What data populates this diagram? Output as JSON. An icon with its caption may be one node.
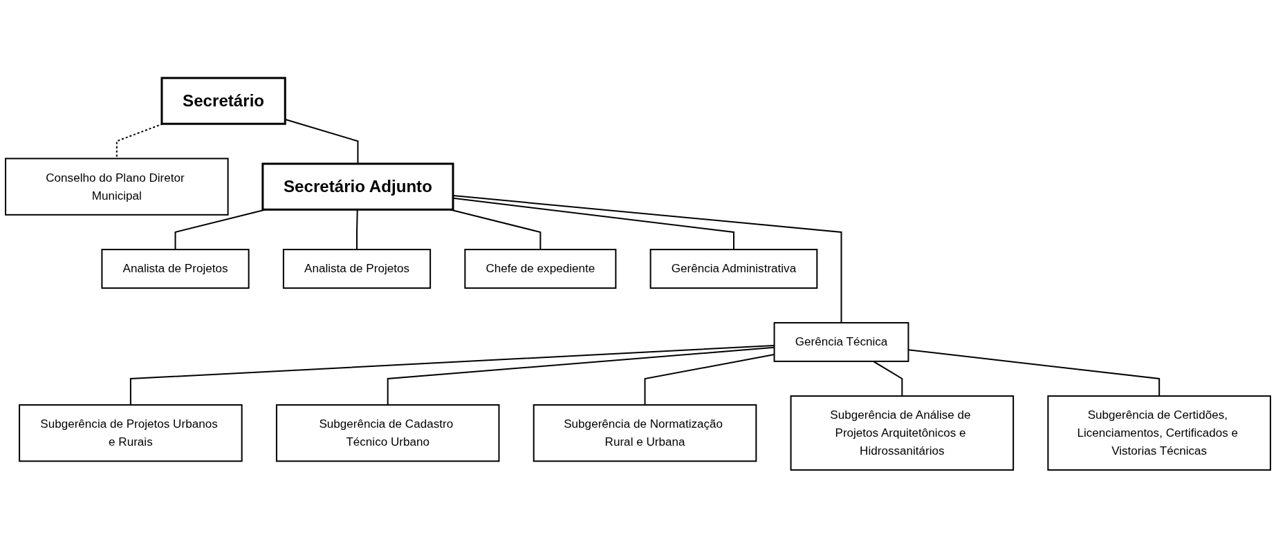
{
  "diagram": {
    "nodes": [
      {
        "text": [
          "Secretário"
        ]
      },
      {
        "text": [
          "Conselho do Plano Diretor Municipal"
        ]
      },
      {
        "text": [
          "Secretário Adjunto"
        ]
      },
      {
        "text": [
          "Analista de Projetos"
        ]
      },
      {
        "text": [
          "Analista de Projetos"
        ]
      },
      {
        "text": [
          "Chefe de expediente"
        ]
      },
      {
        "text": [
          "Gerência Administrativa"
        ]
      },
      {
        "text": [
          "Gerência Técnica"
        ]
      },
      {
        "text": [
          "Subgerência de Projetos Urbanos e Rurais"
        ]
      },
      {
        "text": [
          "Subgerência de Cadastro Técnico Urbano"
        ]
      },
      {
        "text": [
          "Subgerência de Normatização Rural e Urbana"
        ]
      },
      {
        "text": [
          "Subgerência de Análise de Projetos Arquitetônicos e Hidrossanitários"
        ]
      },
      {
        "text": [
          "Subgerência de Certidões, Licenciamentos, Certificados e Vistorias Técnicas"
        ]
      }
    ],
    "edges": [
      {
        "from": 0,
        "to": 1,
        "arrow": "none",
        "style": "dashed"
      },
      {
        "from": 0,
        "to": 2,
        "arrow": "none"
      },
      {
        "from": 2,
        "to": 3,
        "arrow": "none"
      },
      {
        "from": 2,
        "to": 4,
        "arrow": "none"
      },
      {
        "from": 2,
        "to": 5,
        "arrow": "none"
      },
      {
        "from": 2,
        "to": 6,
        "arrow": "none"
      },
      {
        "from": 2,
        "to": 7,
        "arrow": "none"
      },
      {
        "from": 7,
        "to": 8,
        "arrow": "none"
      },
      {
        "from": 7,
        "to": 9,
        "arrow": "none"
      },
      {
        "from": 7,
        "to": 10,
        "arrow": "none"
      },
      {
        "from": 7,
        "to": 11,
        "arrow": "none"
      },
      {
        "from": 7,
        "to": 12,
        "arrow": "none"
      }
    ]
  }
}
